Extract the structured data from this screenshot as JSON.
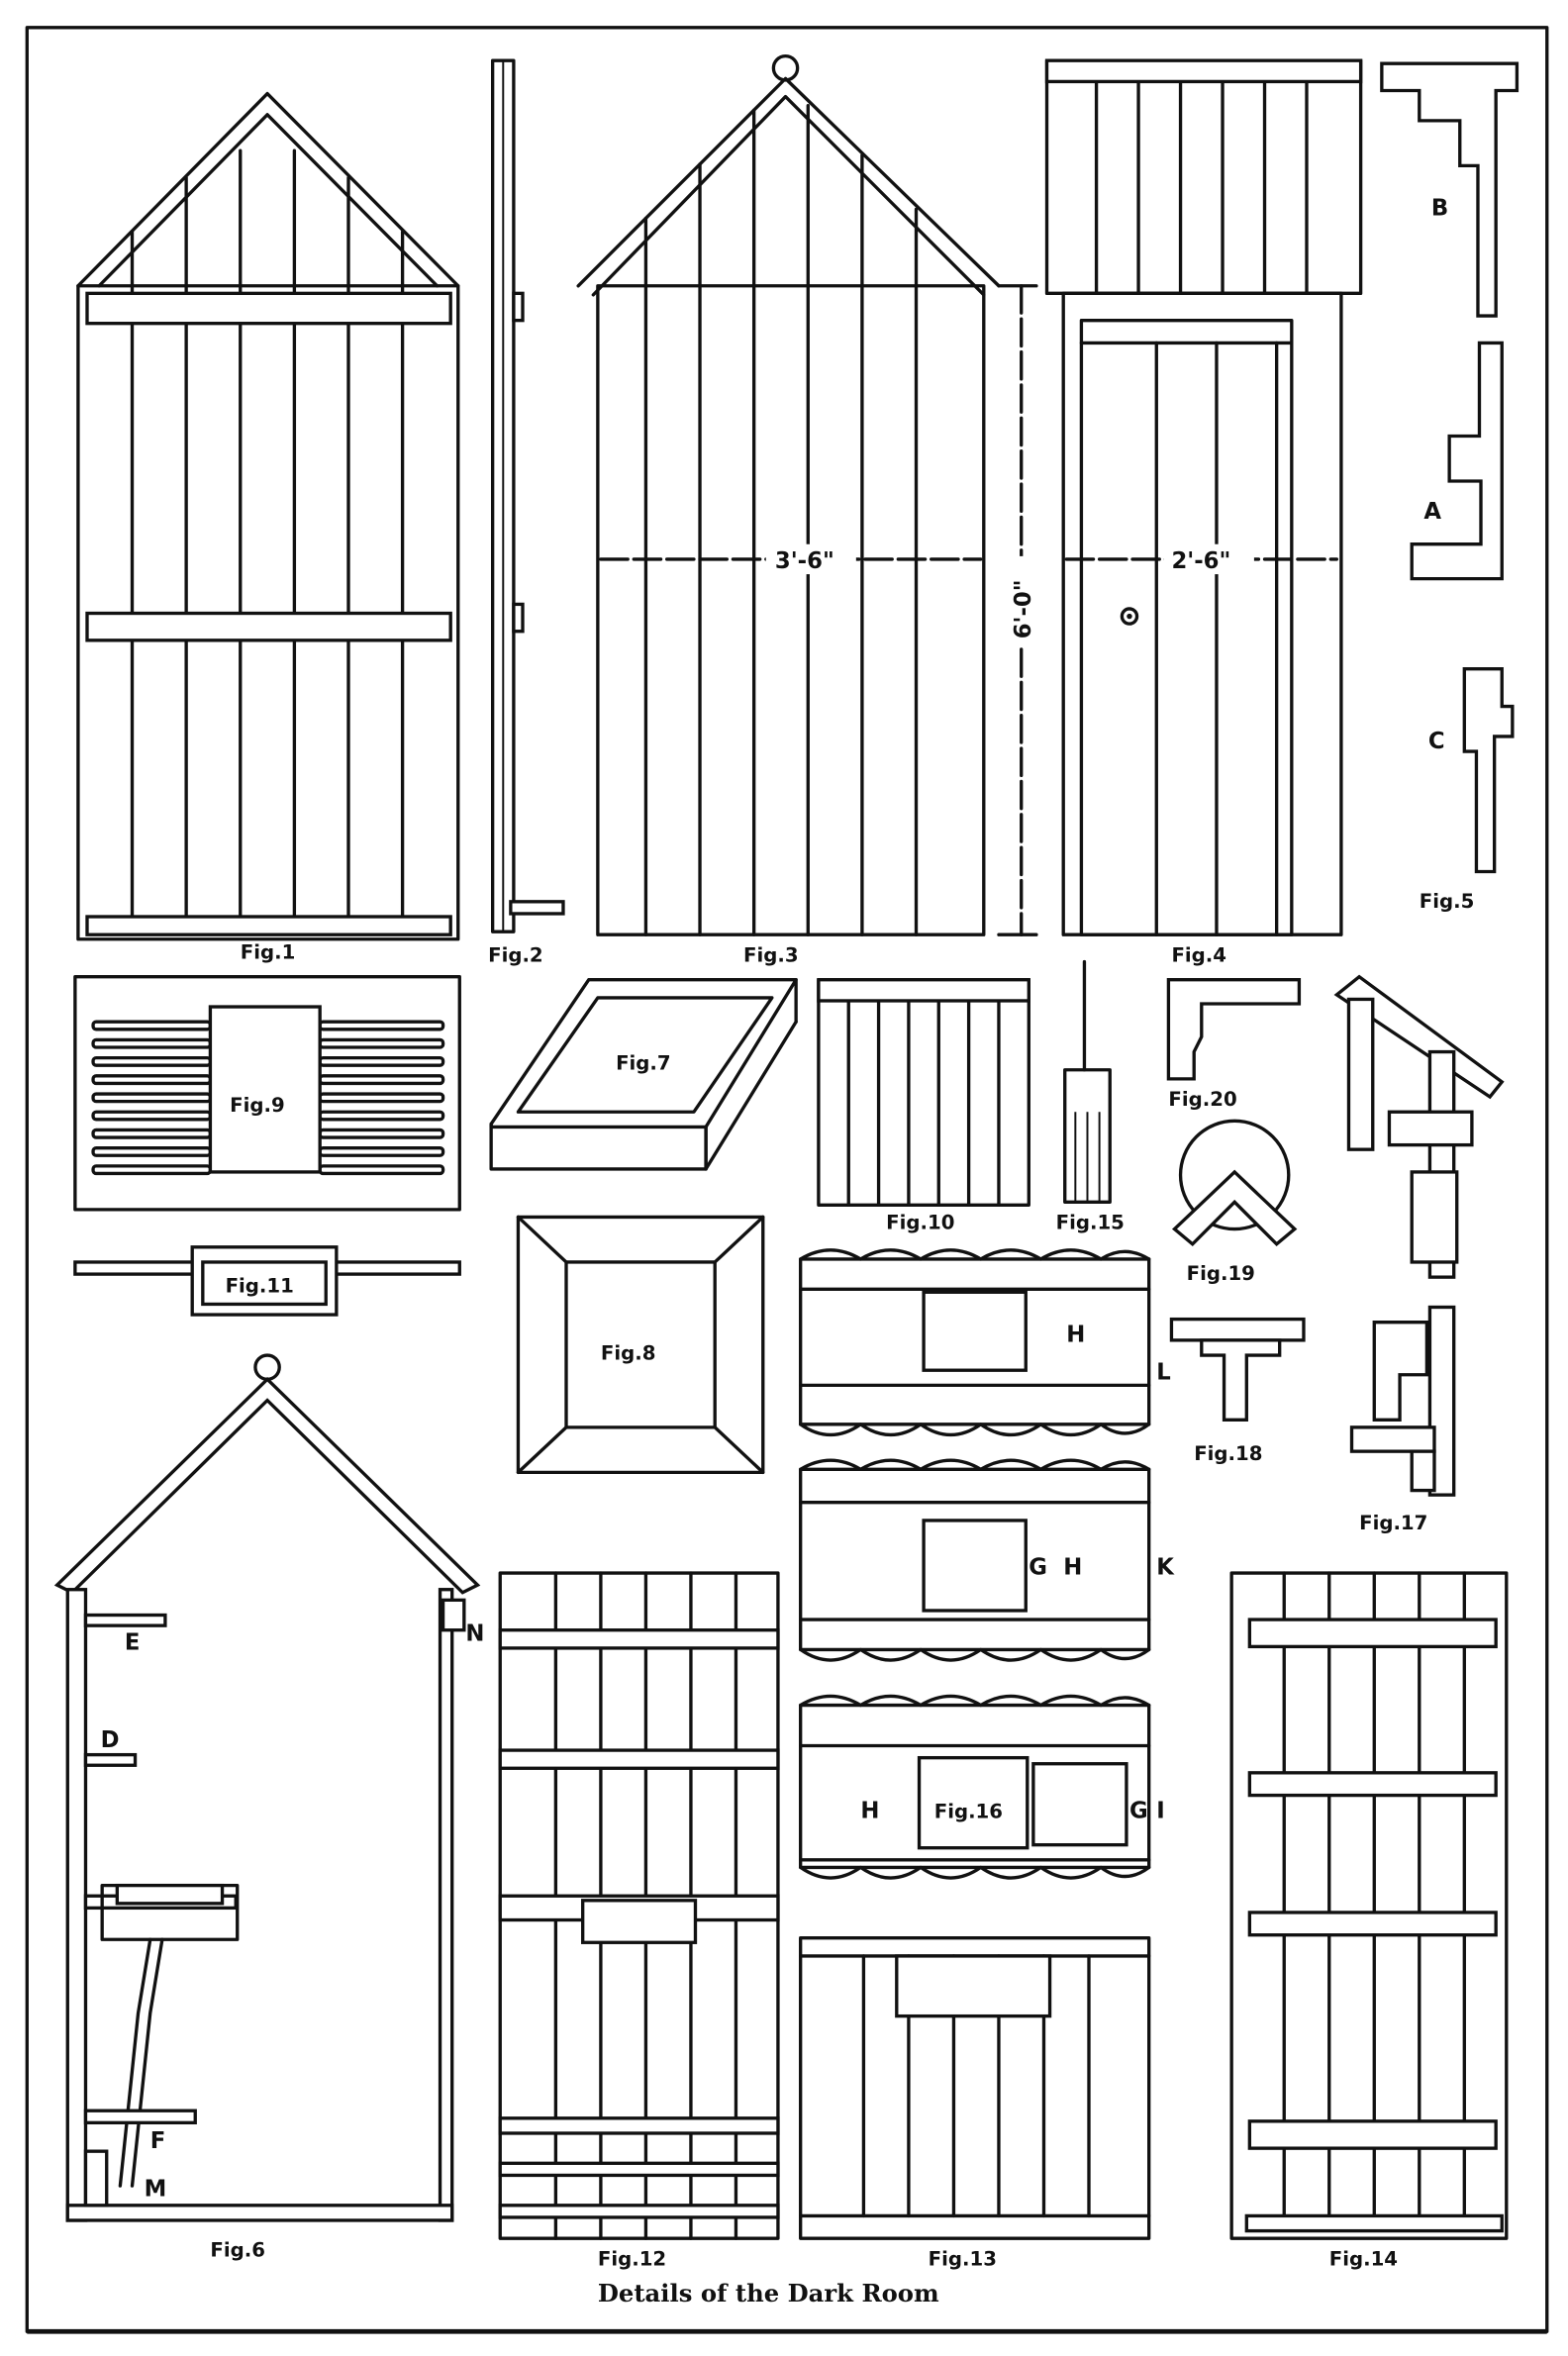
{
  "caption": "Details of the Dark Room",
  "figures": {
    "fig1": "Fig.1",
    "fig2": "Fig.2",
    "fig3": "Fig.3",
    "fig4": "Fig.4",
    "fig5": "Fig.5",
    "fig6": "Fig.6",
    "fig7": "Fig.7",
    "fig8": "Fig.8",
    "fig9": "Fig.9",
    "fig10": "Fig.10",
    "fig11": "Fig.11",
    "fig12": "Fig.12",
    "fig13": "Fig.13",
    "fig14": "Fig.14",
    "fig15": "Fig.15",
    "fig16": "Fig.16",
    "fig17": "Fig.17",
    "fig18": "Fig.18",
    "fig19": "Fig.19",
    "fig20": "Fig.20"
  },
  "dimensions": {
    "fig3_width": "3'-6\"",
    "fig3_height": "6'-0\"",
    "fig4_width": "2'-6\""
  },
  "letters": {
    "a": "A",
    "b": "B",
    "c": "C",
    "d": "D",
    "e": "E",
    "f": "F",
    "g": "G",
    "h": "H",
    "i": "I",
    "k": "K",
    "l": "L",
    "m": "M",
    "n": "N"
  }
}
